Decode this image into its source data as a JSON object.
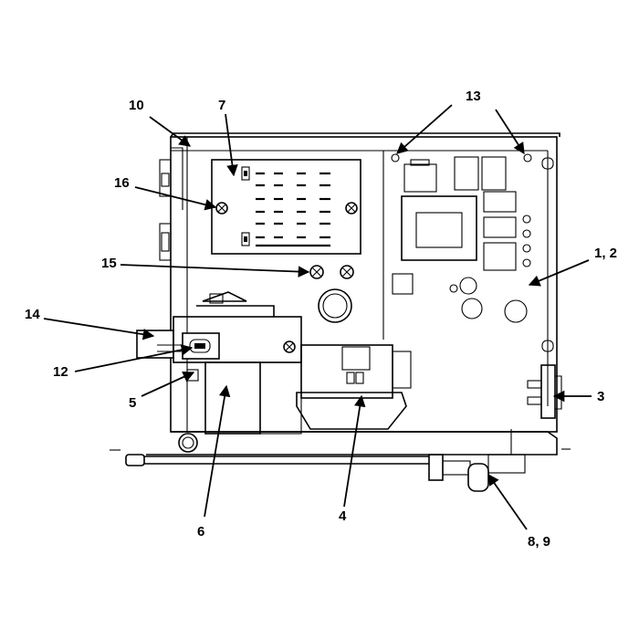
{
  "callouts": {
    "c10": "10",
    "c7": "7",
    "c13": "13",
    "c16": "16",
    "c1_2": "1, 2",
    "c15": "15",
    "c14": "14",
    "c12": "12",
    "c5": "5",
    "c3": "3",
    "c6": "6",
    "c4": "4",
    "c8_9": "8, 9"
  }
}
